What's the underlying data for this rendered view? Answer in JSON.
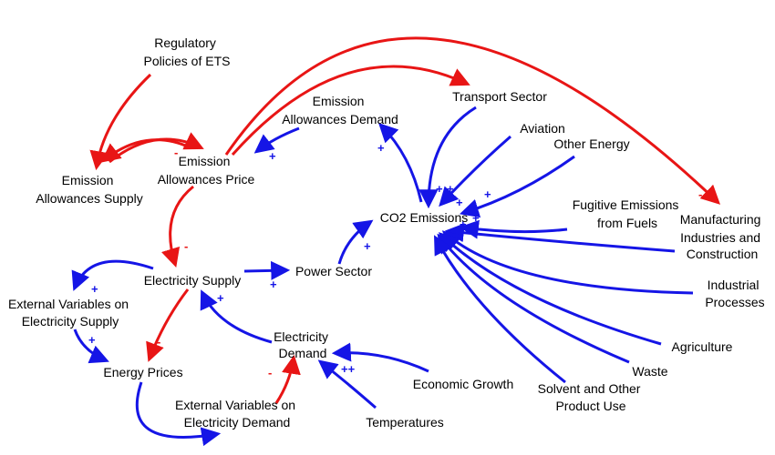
{
  "colors": {
    "positive": "#1515e6",
    "negative": "#e81515",
    "text": "#000000"
  },
  "nodes": {
    "regulatory_policies": [
      "Regulatory",
      "Policies of ETS"
    ],
    "emission_allowances_supply": [
      "Emission",
      "Allowances Supply"
    ],
    "emission_allowances_price": [
      "Emission",
      "Allowances Price"
    ],
    "emission_allowances_demand": [
      "Emission",
      "Allowances Demand"
    ],
    "transport_sector": [
      "Transport Sector"
    ],
    "aviation": [
      "Aviation"
    ],
    "other_energy": [
      "Other Energy"
    ],
    "co2_emissions": [
      "CO2 Emissions"
    ],
    "fugitive_emissions": [
      "Fugitive Emissions",
      "from Fuels"
    ],
    "manufacturing": [
      "Manufacturing",
      "Industries and",
      "Construction"
    ],
    "industrial_processes": [
      "Industrial",
      "Processes"
    ],
    "agriculture": [
      "Agriculture"
    ],
    "waste": [
      "Waste"
    ],
    "solvent_use": [
      "Solvent and Other",
      "Product Use"
    ],
    "electricity_supply": [
      "Electricity Supply"
    ],
    "power_sector": [
      "Power Sector"
    ],
    "ext_vars_supply": [
      "External Variables on",
      "Electricity Supply"
    ],
    "energy_prices": [
      "Energy Prices"
    ],
    "electricity_demand": [
      "Electricity",
      "Demand"
    ],
    "economic_growth": [
      "Economic Growth"
    ],
    "temperatures": [
      "Temperatures"
    ],
    "ext_vars_demand": [
      "External Variables on",
      "Electricity Demand"
    ]
  },
  "polarities": {
    "plus": "+",
    "minus": "-",
    "double_plus": "++"
  }
}
